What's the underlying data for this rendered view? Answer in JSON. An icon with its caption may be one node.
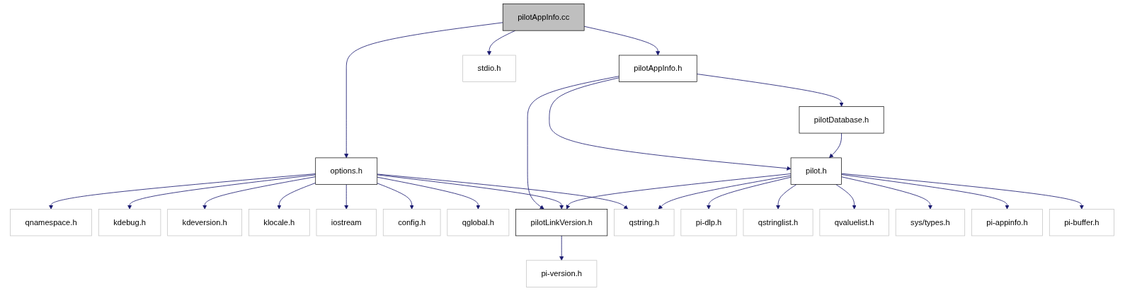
{
  "diagram": {
    "nodes": [
      {
        "text": [
          "pilotAppInfo.cc"
        ]
      },
      {
        "text": [
          "pilotAppInfo.h"
        ]
      },
      {
        "text": [
          "stdio.h"
        ]
      },
      {
        "text": [
          "pilotDatabase.h"
        ]
      },
      {
        "text": [
          "options.h"
        ]
      },
      {
        "text": [
          "pilot.h"
        ]
      },
      {
        "text": [
          "qnamespace.h"
        ]
      },
      {
        "text": [
          "kdebug.h"
        ]
      },
      {
        "text": [
          "kdeversion.h"
        ]
      },
      {
        "text": [
          "klocale.h"
        ]
      },
      {
        "text": [
          "iostream"
        ]
      },
      {
        "text": [
          "config.h"
        ]
      },
      {
        "text": [
          "qglobal.h"
        ]
      },
      {
        "text": [
          "pilotLinkVersion.h"
        ]
      },
      {
        "text": [
          "qstring.h"
        ]
      },
      {
        "text": [
          "pi-dlp.h"
        ]
      },
      {
        "text": [
          "qstringlist.h"
        ]
      },
      {
        "text": [
          "qvaluelist.h"
        ]
      },
      {
        "text": [
          "sys/types.h"
        ]
      },
      {
        "text": [
          "pi-appinfo.h"
        ]
      },
      {
        "text": [
          "pi-buffer.h"
        ]
      },
      {
        "text": [
          "pi-version.h"
        ]
      }
    ],
    "edges": [
      {
        "from": 0,
        "to": 1,
        "arrow": "to"
      },
      {
        "from": 0,
        "to": 2,
        "arrow": "to"
      },
      {
        "from": 0,
        "to": 4,
        "arrow": "to"
      },
      {
        "from": 1,
        "to": 3,
        "arrow": "to"
      },
      {
        "from": 1,
        "to": 5,
        "arrow": "to"
      },
      {
        "from": 1,
        "to": 13,
        "arrow": "to"
      },
      {
        "from": 3,
        "to": 5,
        "arrow": "to"
      },
      {
        "from": 4,
        "to": 6,
        "arrow": "to"
      },
      {
        "from": 4,
        "to": 7,
        "arrow": "to"
      },
      {
        "from": 4,
        "to": 8,
        "arrow": "to"
      },
      {
        "from": 4,
        "to": 9,
        "arrow": "to"
      },
      {
        "from": 4,
        "to": 10,
        "arrow": "to"
      },
      {
        "from": 4,
        "to": 11,
        "arrow": "to"
      },
      {
        "from": 4,
        "to": 12,
        "arrow": "to"
      },
      {
        "from": 4,
        "to": 13,
        "arrow": "to"
      },
      {
        "from": 4,
        "to": 14,
        "arrow": "to"
      },
      {
        "from": 5,
        "to": 13,
        "arrow": "to"
      },
      {
        "from": 5,
        "to": 14,
        "arrow": "to"
      },
      {
        "from": 5,
        "to": 15,
        "arrow": "to"
      },
      {
        "from": 5,
        "to": 16,
        "arrow": "to"
      },
      {
        "from": 5,
        "to": 17,
        "arrow": "to"
      },
      {
        "from": 5,
        "to": 18,
        "arrow": "to"
      },
      {
        "from": 5,
        "to": 19,
        "arrow": "to"
      },
      {
        "from": 5,
        "to": 20,
        "arrow": "to"
      },
      {
        "from": 13,
        "to": 21,
        "arrow": "to"
      }
    ]
  }
}
